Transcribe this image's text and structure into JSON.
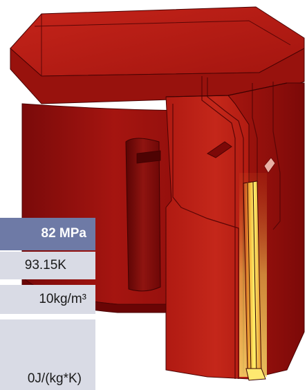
{
  "colors": {
    "table_header": "#6e7aa6",
    "table_row": "#d9dbe5",
    "model_main": "#9e0e0e",
    "model_dark": "#6a0505",
    "hot_core": "#fff06a"
  },
  "table": {
    "header": "82 MPa",
    "rows": [
      "93.15K",
      "10kg/m³",
      "0J/(kg*K)"
    ]
  }
}
